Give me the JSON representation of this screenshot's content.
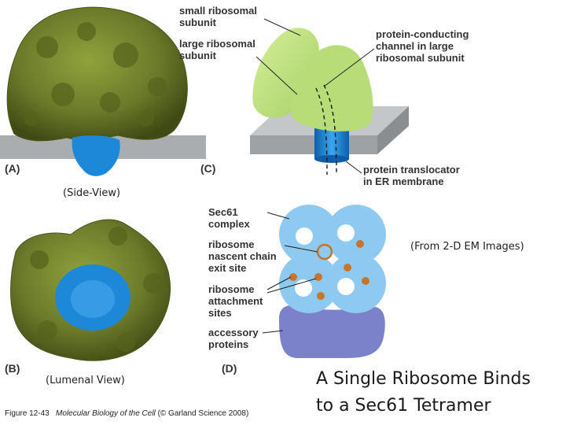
{
  "panels": {
    "a": {
      "letter": "(A)",
      "view_note": "(Side-View)"
    },
    "b": {
      "letter": "(B)",
      "view_note": "(Lumenal View)"
    },
    "c": {
      "letter": "(C)",
      "labels": {
        "small_subunit": "small ribosomal\nsubunit",
        "large_subunit": "large ribosomal\nsubunit",
        "channel": "protein-conducting\nchannel in large\nribosomal subunit",
        "translocator": "protein translocator\nin ER membrane"
      }
    },
    "d": {
      "letter": "(D)",
      "source_note": "(From 2-D EM Images)",
      "labels": {
        "sec61": "Sec61\ncomplex",
        "exit_site": "ribosome\nnascent chain\nexit site",
        "attachment": "ribosome\nattachment\nsites",
        "accessory": "accessory\nproteins"
      }
    }
  },
  "caption": {
    "figure": "Figure 12-43",
    "book": "Molecular Biology of the Cell",
    "copyright": "(© Garland Science 2008)"
  },
  "headline": {
    "line1": "A Single Ribosome Binds",
    "line2": "to a Sec61 Tetramer"
  },
  "colors": {
    "ribosome_green": "#6b7a2a",
    "light_green": "#b9dd7a",
    "translocator_blue": "#1e88d8",
    "membrane_gray": "#a9adaf",
    "sec61_blue": "#8ec9f2",
    "accessory_purple": "#7b82c9",
    "site_orange": "#c8742a"
  }
}
